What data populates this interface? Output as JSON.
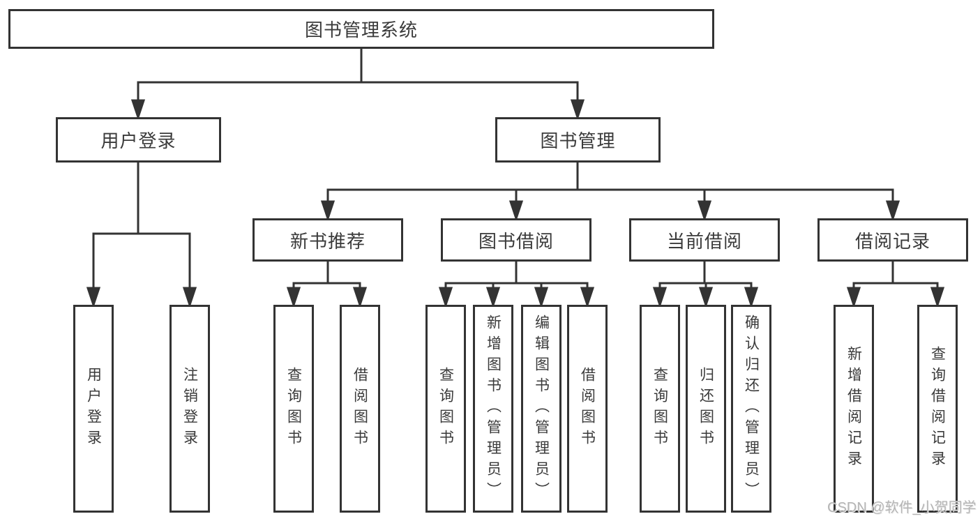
{
  "diagram": {
    "title": "图书管理系统",
    "nodes": {
      "root": "图书管理系统",
      "level2": [
        "用户登录",
        "图书管理"
      ],
      "level3": [
        "新书推荐",
        "图书借阅",
        "当前借阅",
        "借阅记录"
      ],
      "leaves": [
        "用户登录",
        "注销登录",
        "查询图书",
        "借阅图书",
        "查询图书",
        "新增图书（管理员）",
        "编辑图书（管理员）",
        "借阅图书",
        "查询图书",
        "归还图书",
        "确认归还（管理员）",
        "新增借阅记录",
        "查询借阅记录"
      ]
    },
    "watermark": "CSDN @软件_小贺同学",
    "colors": {
      "line": "#333333",
      "box_border": "#333333",
      "text": "#3a3a3a",
      "watermark": "#b5b5b5",
      "background": "#ffffff"
    }
  }
}
